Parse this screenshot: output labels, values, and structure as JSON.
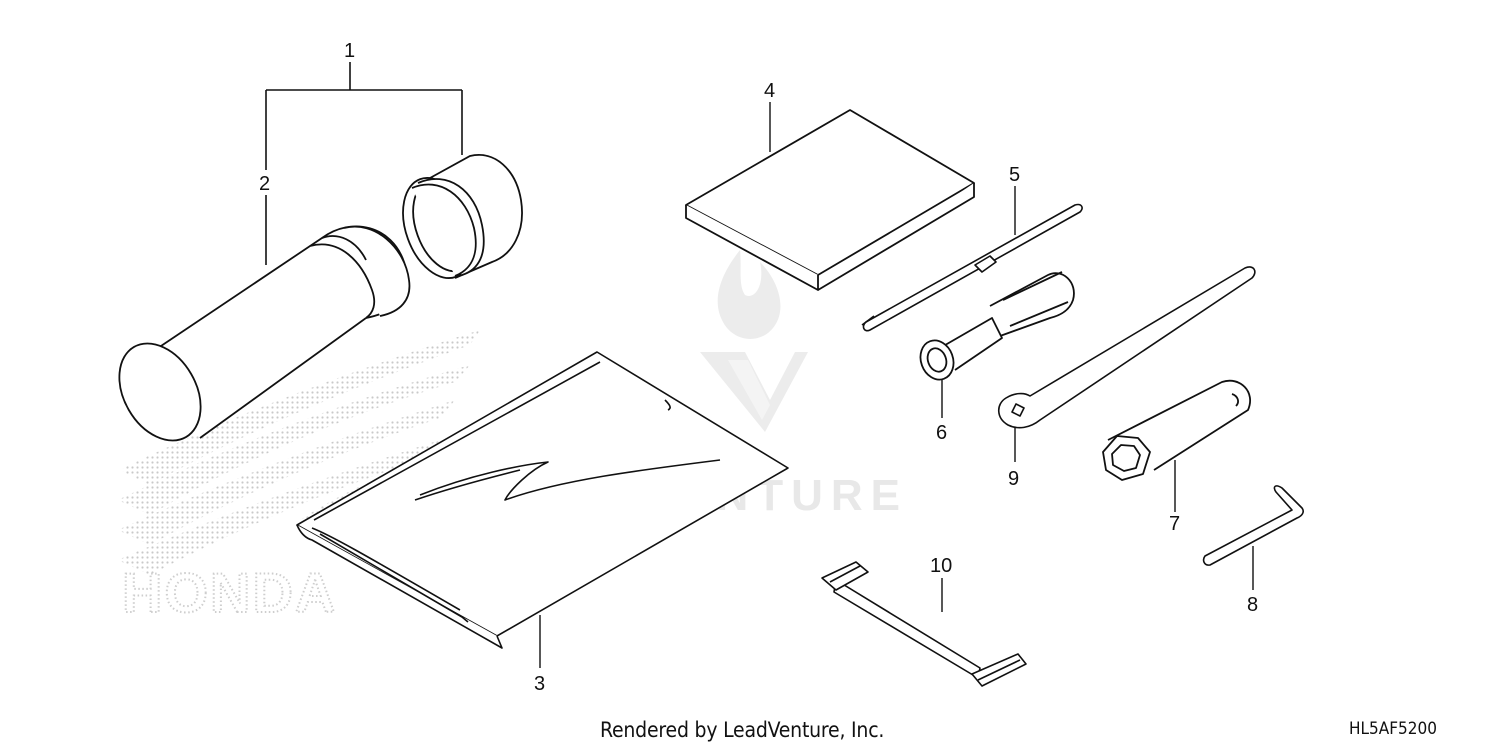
{
  "callouts": [
    {
      "id": "1",
      "label": "1"
    },
    {
      "id": "2",
      "label": "2"
    },
    {
      "id": "3",
      "label": "3"
    },
    {
      "id": "4",
      "label": "4"
    },
    {
      "id": "5",
      "label": "5"
    },
    {
      "id": "6",
      "label": "6"
    },
    {
      "id": "7",
      "label": "7"
    },
    {
      "id": "8",
      "label": "8"
    },
    {
      "id": "9",
      "label": "9"
    },
    {
      "id": "10",
      "label": "10"
    }
  ],
  "watermark": {
    "text": "LEADVENTURE",
    "brand_background": "HONDA"
  },
  "footer": {
    "rendered_by": "Rendered by LeadVenture, Inc.",
    "diagram_code": "HL5AF5200"
  },
  "colors": {
    "line": "#111111",
    "watermark": "#e6e6e6",
    "dots": "#c8c8c8"
  }
}
